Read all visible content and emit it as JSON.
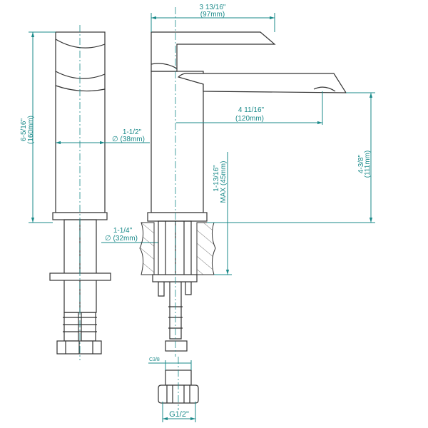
{
  "title": "Single-lever faucet dimension drawing",
  "accent_color": "#1a8a8a",
  "dimensions": {
    "overall_width": {
      "imperial": "3 13/16\"",
      "metric": "(97mm)"
    },
    "total_height": {
      "imperial": "6-5/16\"",
      "metric": "(160mm)"
    },
    "body_diameter": {
      "imperial": "1-1/2\"",
      "metric": "∅ (38mm)"
    },
    "shank_diameter": {
      "imperial": "1-1/4\"",
      "metric": "∅ (32mm)"
    },
    "spout_reach": {
      "imperial": "4 11/16\"",
      "metric": "(120mm)"
    },
    "spout_height": {
      "imperial": "4-3/8\"",
      "metric": "(111mm)"
    },
    "max_deck": {
      "imperial": "1-13/16\"",
      "metric": "MAX (45mm)"
    },
    "inlet_thread": "C3/8",
    "outlet_thread": "G1/2\""
  }
}
